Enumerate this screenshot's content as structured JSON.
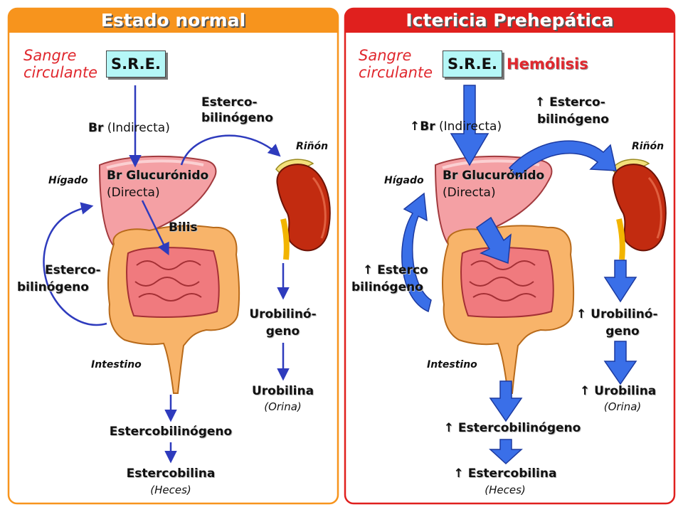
{
  "colors": {
    "left_panel": "#f7941d",
    "right_panel": "#e0201e",
    "arrow_thin": "#2e3bbd",
    "arrow_fat": "#3a6fe8",
    "accent_text": "#e0282e"
  },
  "left": {
    "header": "Estado normal",
    "sangre": "Sangre circulante",
    "sre": "S.R.E.",
    "br": "Br",
    "indirecta": "(Indirecta)",
    "higado": "Hígado",
    "glucuronido": "Br Glucurónido",
    "directa": "(Directa)",
    "estercobil_top_1": "Esterco-",
    "estercobil_top_2": "bilinógeno",
    "rinon": "Riñón",
    "bilis": "Bilis",
    "esterco_left_1": "Esterco-",
    "esterco_left_2": "bilinógeno",
    "urobilino_1": "Urobilinó-",
    "urobilino_2": "geno",
    "intestino": "Intestino",
    "urobilina": "Urobilina",
    "orina": "(Orina)",
    "estercobilinogeno": "Estercobilinógeno",
    "estercobilina": "Estercobilina",
    "heces": "(Heces)"
  },
  "right": {
    "header": "Ictericia Prehepática",
    "sangre": "Sangre circulante",
    "sre": "S.R.E.",
    "hemolisis": "Hemólisis",
    "up": "↑",
    "br": "Br",
    "indirecta": "(Indirecta)",
    "higado": "Hígado",
    "glucuronido": "Br Glucurónido",
    "directa": "(Directa)",
    "estercobil_top_1": "Esterco-",
    "estercobil_top_2": "bilinógeno",
    "rinon": "Riñón",
    "esterco_left_1": "Esterco",
    "esterco_left_2": "bilinógeno",
    "urobilino_1": "Urobilinó-",
    "urobilino_2": "geno",
    "intestino": "Intestino",
    "urobilina": "Urobilina",
    "orina": "(Orina)",
    "estercobilinogeno": "Estercobilinógeno",
    "estercobilina": "Estercobilina",
    "heces": "(Heces)"
  }
}
